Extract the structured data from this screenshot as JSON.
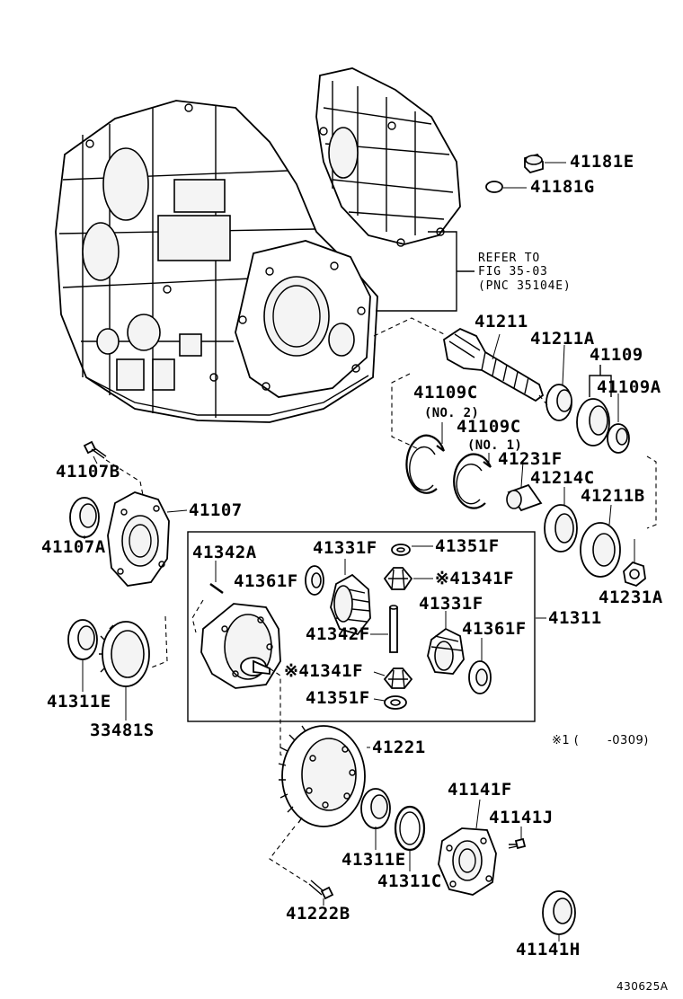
{
  "figure_code": "430625A",
  "refer": {
    "line1": "REFER TO",
    "line2": "FIG 35-03",
    "line3": "(PNC 35104E)"
  },
  "footnote": {
    "mark": "※1 (",
    "range": "-0309)"
  },
  "parts": {
    "p41181E": "41181E",
    "p41181G": "41181G",
    "p41211": "41211",
    "p41211A": "41211A",
    "p41109": "41109",
    "p41109A": "41109A",
    "p41109C_a": "41109C",
    "no2": "(NO. 2)",
    "p41109C_b": "41109C",
    "no1": "(NO. 1)",
    "p41231F": "41231F",
    "p41214C": "41214C",
    "p41211B": "41211B",
    "p41231A": "41231A",
    "p41107B": "41107B",
    "p41107": "41107",
    "p41107A": "41107A",
    "p41342A": "41342A",
    "p41331F_a": "41331F",
    "p41351F_a": "41351F",
    "p41361F_a": "41361F",
    "p41341F_a": "※41341F",
    "p41311": "41311",
    "p41331F_b": "41331F",
    "p41342F": "41342F",
    "p41361F_b": "41361F",
    "p41341F_b": "※41341F",
    "p41351F_b": "41351F",
    "p41311E_a": "41311E",
    "p33481S": "33481S",
    "p41221": "41221",
    "p41141F": "41141F",
    "p41141J": "41141J",
    "p41311E_b": "41311E",
    "p41311C": "41311C",
    "p41222B": "41222B",
    "p41141H": "41141H"
  }
}
